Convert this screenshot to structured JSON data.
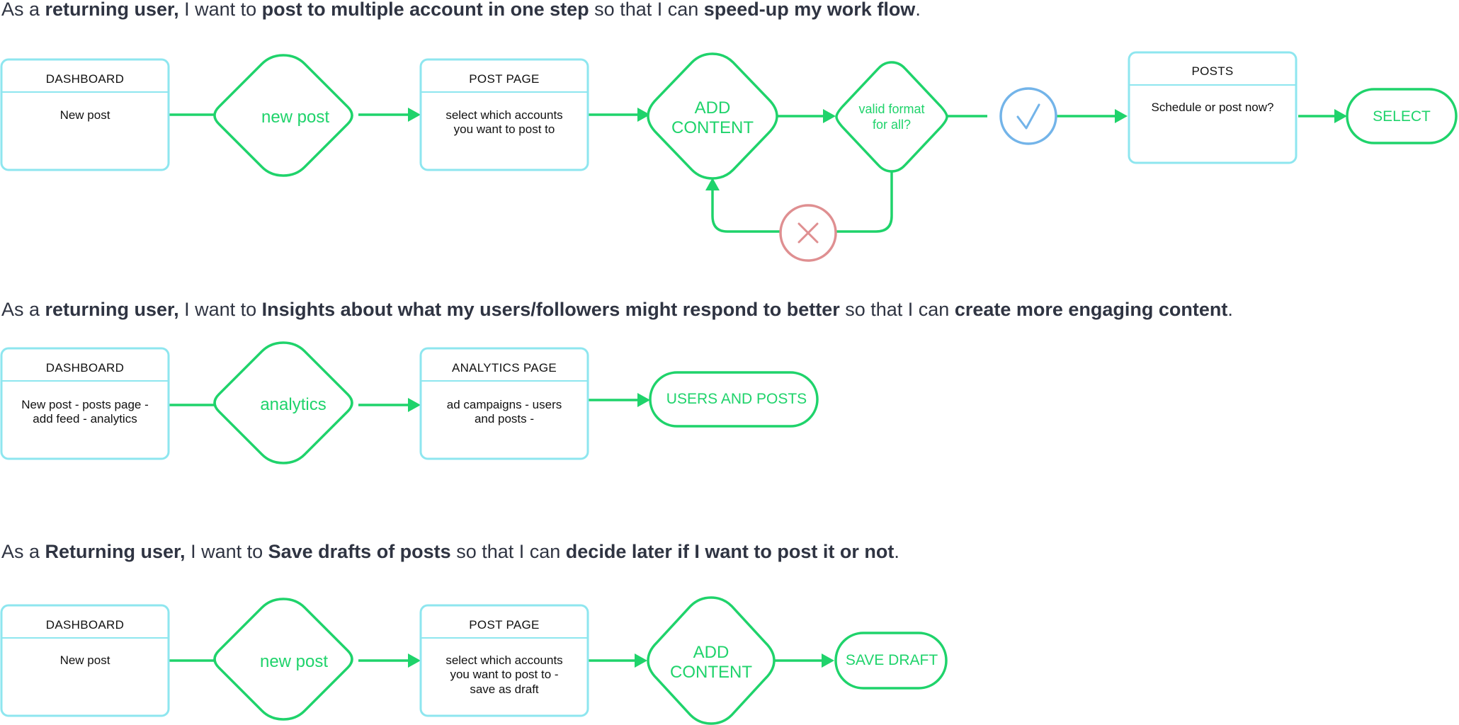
{
  "story1": {
    "p1": "As a ",
    "b1": "returning user,",
    "p2": " I want to ",
    "b2": "post to multiple account in one step",
    "p3": " so that I can ",
    "b3": "speed-up my work flow",
    "p4": "."
  },
  "flow1": {
    "dashboard_title": "DASHBOARD",
    "dashboard_body": [
      "New post"
    ],
    "decision_new_post": "new post",
    "post_page_title": "POST PAGE",
    "post_page_body": [
      "select which accounts",
      "you want to post to"
    ],
    "decision_add_content": [
      "ADD",
      "CONTENT"
    ],
    "decision_valid": [
      "valid format",
      "for all?"
    ],
    "posts_title": "POSTS",
    "posts_body": [
      "Schedule or post now?"
    ],
    "terminal": "SELECT"
  },
  "story2": {
    "p1": "As a ",
    "b1": "returning user,",
    "p2": " I want to ",
    "b2": "Insights about what my users/followers might respond to better",
    "p3": " so that I can ",
    "b3": "create more engaging content",
    "p4": "."
  },
  "flow2": {
    "dashboard_title": "DASHBOARD",
    "dashboard_body": [
      "New post - posts page -",
      "add feed - analytics"
    ],
    "decision_analytics": "analytics",
    "analytics_title": "ANALYTICS PAGE",
    "analytics_body": [
      "ad campaigns - users",
      "and posts -"
    ],
    "terminal": "USERS AND POSTS"
  },
  "story3": {
    "p1": "As a ",
    "b1": "Returning user,",
    "p2": " I want to ",
    "b2": "Save drafts of posts",
    "p3": " so that I can ",
    "b3": "decide later if I want to post it or not",
    "p4": "."
  },
  "flow3": {
    "dashboard_title": "DASHBOARD",
    "dashboard_body": [
      "New post"
    ],
    "decision_new_post": "new post",
    "post_page_title": "POST PAGE",
    "post_page_body": [
      "select which accounts",
      "you want to post to -",
      "save as draft"
    ],
    "decision_add_content": [
      "ADD",
      "CONTENT"
    ],
    "terminal": "SAVE DRAFT"
  },
  "colors": {
    "green": "#1fd36b",
    "cyan": "#8ee6ef",
    "blue": "#73b4e9",
    "red": "#df8f91",
    "text": "#2f3442"
  },
  "icons": {
    "success": "check-icon",
    "failure": "close-icon"
  }
}
